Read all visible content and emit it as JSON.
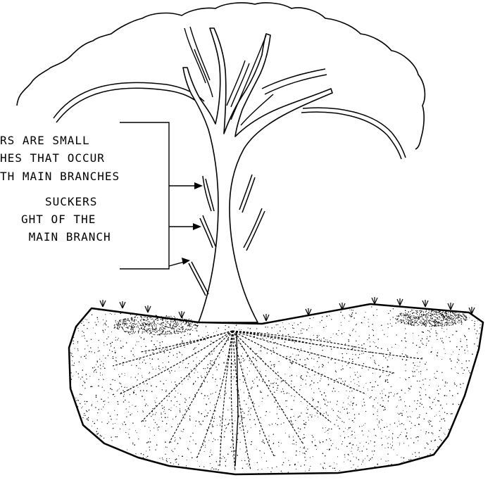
{
  "annotation": {
    "lines": [
      "RS  ARE SMALL",
      "HES THAT OCCUR",
      "TH MAIN BRANCHES",
      "SUCKERS",
      "GHT OF THE",
      " MAIN BRANCH"
    ]
  },
  "colors": {
    "ink": "#000000",
    "paper": "#ffffff",
    "soil_stipple": "#000000"
  },
  "icons": {
    "grass_tuft": "grass-tuft-icon",
    "arrow": "arrow-icon"
  }
}
